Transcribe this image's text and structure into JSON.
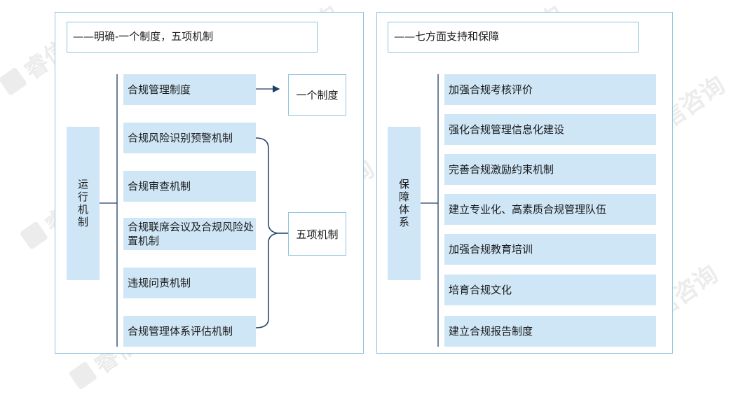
{
  "left": {
    "header": "——明确-一个制度，五项机制",
    "side_label": "运行机制",
    "items": [
      "合规管理制度",
      "合规风险识别预警机制",
      "合规审查机制",
      "合规联席会议及合规风险处置机制",
      "违规问责机制",
      "合规管理体系评估机制"
    ],
    "target_one": "一个制度",
    "target_five": "五项机制"
  },
  "right": {
    "header": "——七方面支持和保障",
    "side_label": "保障体系",
    "items": [
      "加强合规考核评价",
      "强化合规管理信息化建设",
      "完善合规激励约束机制",
      "建立专业化、高素质合规管理队伍",
      "加强合规教育培训",
      "培育合规文化",
      "建立合规报告制度"
    ]
  },
  "watermark": "睿信咨询",
  "colors": {
    "box_fill": "#cfe6f7",
    "border": "#8ec3df",
    "line": "#1f3f66"
  }
}
